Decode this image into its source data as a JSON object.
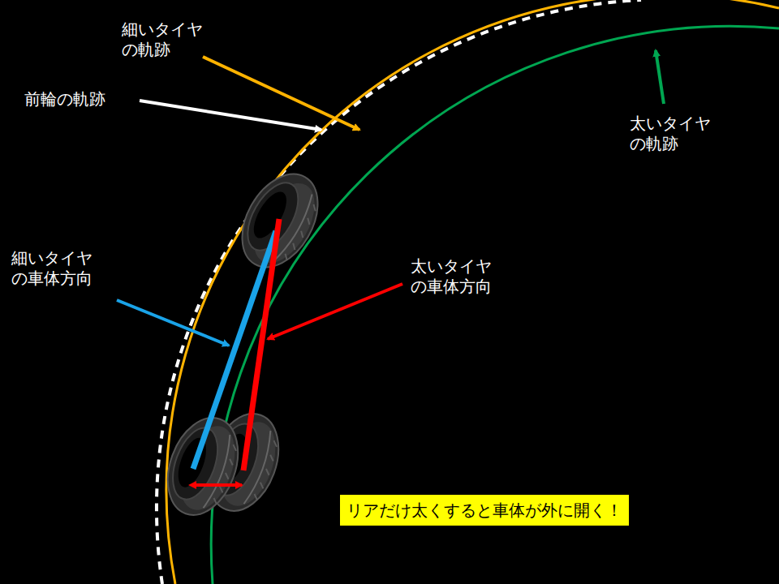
{
  "diagram": {
    "nodes": [
      {
        "text": [
          "リアだけ太くすると車体が外に開く！"
        ]
      }
    ],
    "labels": [
      "細いタイヤ の軌跡",
      "前輪の軌跡",
      "太いタイヤ の軌跡",
      "細いタイヤ の車体方向",
      "太いタイヤ の車体方向"
    ]
  }
}
